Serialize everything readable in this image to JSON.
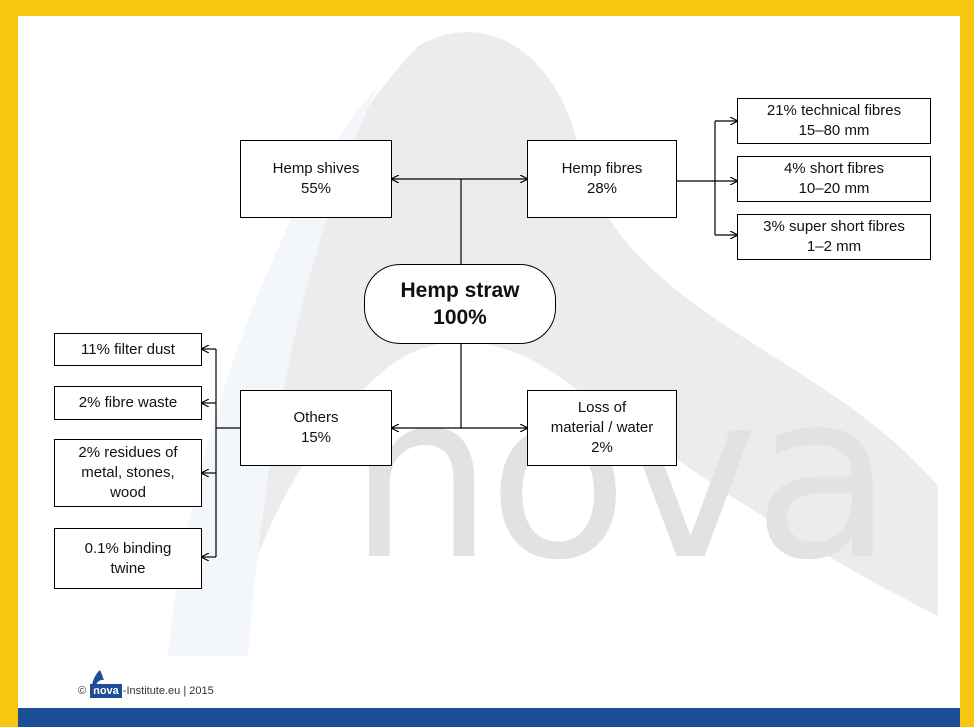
{
  "center": {
    "line1": "Hemp straw",
    "line2": "100%"
  },
  "shives": {
    "line1": "Hemp shives",
    "line2": "55%"
  },
  "fibres": {
    "line1": "Hemp fibres",
    "line2": "28%"
  },
  "others": {
    "line1": "Others",
    "line2": "15%"
  },
  "loss": {
    "line1": "Loss of",
    "line2": "material / water",
    "line3": "2%"
  },
  "fibre_types": [
    {
      "line1": "21% technical fibres",
      "line2": "15–80 mm"
    },
    {
      "line1": "4% short fibres",
      "line2": "10–20 mm"
    },
    {
      "line1": "3% super short fibres",
      "line2": "1–2 mm"
    }
  ],
  "other_items": [
    {
      "lines": [
        "11% filter dust"
      ]
    },
    {
      "lines": [
        "2% fibre waste"
      ]
    },
    {
      "lines": [
        "2% residues of",
        "metal, stones,",
        "wood"
      ]
    },
    {
      "lines": [
        "0.1% binding",
        "twine"
      ]
    }
  ],
  "footer": {
    "copyright": "©",
    "logo": "nova",
    "text": "-Institute.eu | 2015"
  },
  "colors": {
    "frame": "#f8c611",
    "bar": "#1d4d94",
    "watermark": "#e6e6e6"
  }
}
